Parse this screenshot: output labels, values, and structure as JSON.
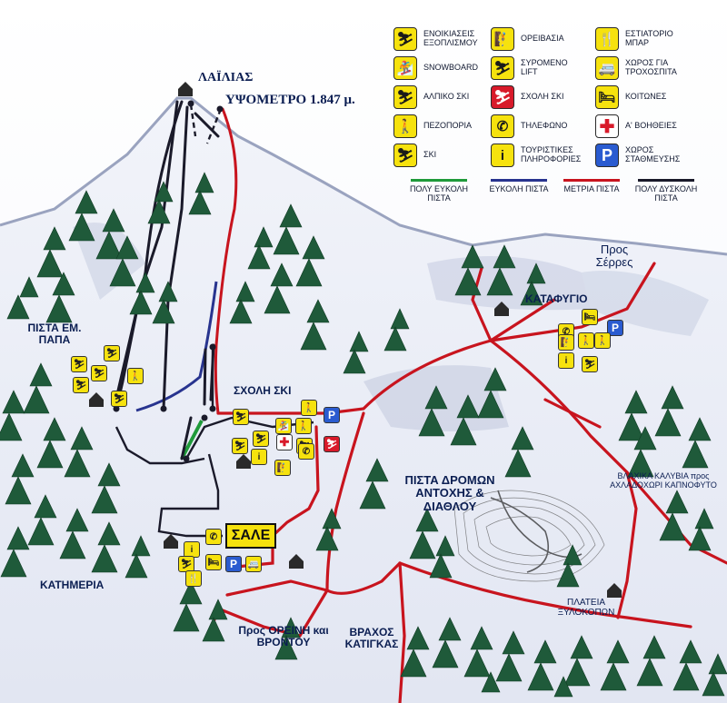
{
  "legend": {
    "icons": [
      {
        "name": "rental-icon",
        "glyph": "⛷",
        "text": "ΕΝΟΙΚΙΑΣΕΙΣ ΕΞΟΠΛΙΣΜΟΥ",
        "style": "yellow"
      },
      {
        "name": "snowboard-icon",
        "glyph": "🏂",
        "text": "SNOWBOARD",
        "style": "yellow"
      },
      {
        "name": "alpine-ski-icon",
        "glyph": "⛷",
        "text": "ΑΛΠΙΚΟ ΣΚΙ",
        "style": "yellow"
      },
      {
        "name": "hiking-icon",
        "glyph": "🚶",
        "text": "ΠΕΖΟΠΟΡΙΑ",
        "style": "yellow"
      },
      {
        "name": "ski-icon",
        "glyph": "⛷",
        "text": "ΣΚΙ",
        "style": "yellow"
      },
      {
        "name": "climbing-icon",
        "glyph": "🧗",
        "text": "ΟΡΕΙΒΑΣΙΑ",
        "style": "yellow"
      },
      {
        "name": "drag-lift-icon",
        "glyph": "⛷",
        "text": "ΣΥΡΟΜΕΝΟ LIFT",
        "style": "yellow"
      },
      {
        "name": "ski-school-icon",
        "glyph": "⛷",
        "text": "ΣΧΟΛΗ ΣΚΙ",
        "style": "red"
      },
      {
        "name": "telephone-icon",
        "glyph": "✆",
        "text": "ΤΗΛΕΦΩΝΟ",
        "style": "yellow"
      },
      {
        "name": "info-icon",
        "glyph": "i",
        "text": "ΤΟΥΡΙΣΤΙΚΕΣ ΠΛΗΡΟΦΟΡΙΕΣ",
        "style": "yellow"
      },
      {
        "name": "restaurant-icon",
        "glyph": "🍴",
        "text": "ΕΣΤΙΑΤΟΡΙΟ ΜΠΑΡ",
        "style": "yellow"
      },
      {
        "name": "caravan-icon",
        "glyph": "🚐",
        "text": "ΧΩΡΟΣ ΓΙΑ ΤΡΟΧΟΣΠΙΤΑ",
        "style": "yellow"
      },
      {
        "name": "beds-icon",
        "glyph": "🛏",
        "text": "ΚΟΙΤΩΝΕΣ",
        "style": "yellow"
      },
      {
        "name": "first-aid-icon",
        "glyph": "✚",
        "text": "Α' ΒΟΗΘΕΙΕΣ",
        "style": "white"
      },
      {
        "name": "parking-icon",
        "glyph": "P",
        "text": "ΧΩΡΟΣ ΣΤΑΘΜΕΥΣΗΣ",
        "style": "blue"
      }
    ],
    "slopes": [
      {
        "color": "#1f9a3a",
        "text": "ΠΟΛΥ ΕΥΚΟΛΗ ΠΙΣΤΑ"
      },
      {
        "color": "#28348f",
        "text": "ΕΥΚΟΛΗ ΠΙΣΤΑ"
      },
      {
        "color": "#c8141e",
        "text": "ΜΕΤΡΙΑ ΠΙΣΤΑ"
      },
      {
        "color": "#1a1a2a",
        "text": "ΠΟΛΥ ΔΥΣΚΟΛΗ ΠΙΣΤΑ"
      }
    ]
  },
  "labels": {
    "summit": "ΛΑΪΛΙΑΣ",
    "altitude": "ΥΨΟΜΕΤΡΟ 1.847 μ.",
    "serres": "Προς Σέρρες",
    "refuge": "ΚΑΤΑΦΥΓΙΟ",
    "pista_papa": "ΠΙΣΤΑ ΕΜ. ΠΑΠΑ",
    "ski_school": "ΣΧΟΛΗ ΣΚΙ",
    "endurance_track": "ΠΙΣΤΑ ΔΡΟΜΩΝ ΑΝΤΟΧΗΣ & ΔΙΑΘΛΟΥ",
    "vlach_huts": "ΒΛΑΧΙΚΑ ΚΑΛΥΒΙΑ προς ΑΧΛΑΔΟΧΩΡΙ ΚΑΠΝΟΦΥΤΟ",
    "sale": "ΣΑΛΕ",
    "katimeria": "ΚΑΤΗΜΕΡΙΑ",
    "oreini": "Προς ΟΡΕΙΝΗ και ΒΡΟΝΤΟΥ",
    "vrachos": "ΒΡΑΧΟΣ ΚΑΤΙΓΚΑΣ",
    "plateia": "ΠΛΑΤΕΙΑ ΞΥΛΟΚΟΠΩΝ"
  }
}
